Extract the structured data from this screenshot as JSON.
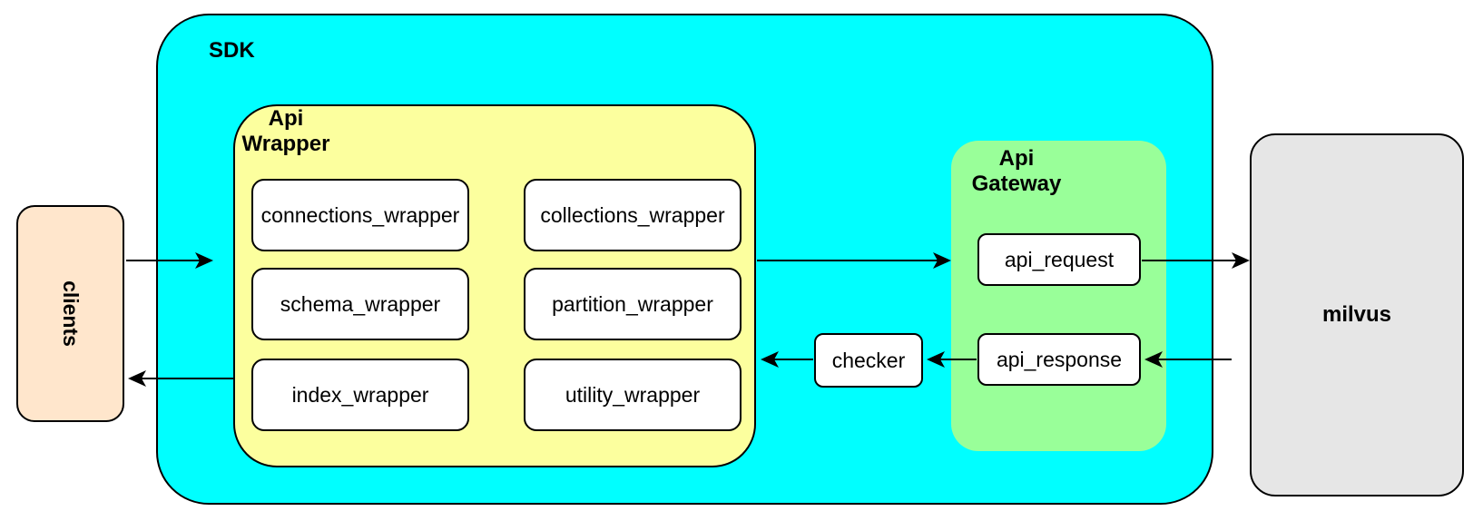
{
  "diagram": {
    "sdk": {
      "label": "SDK",
      "fill": "#00FFFF"
    },
    "api_wrapper": {
      "label": "Api\nWrapper",
      "fill": "#FCFF9E",
      "boxes": [
        "connections_wrapper",
        "collections_wrapper",
        "schema_wrapper",
        "partition_wrapper",
        "index_wrapper",
        "utility_wrapper"
      ]
    },
    "api_gateway": {
      "label": "Api\nGateway",
      "fill": "#99FF99",
      "boxes": [
        "api_request",
        "api_response"
      ]
    },
    "checker": {
      "label": "checker"
    },
    "clients": {
      "label": "clients",
      "fill": "#FFE6CC"
    },
    "milvus": {
      "label": "milvus",
      "fill": "#E6E6E6"
    },
    "colors": {
      "border": "#000000",
      "node_fill": "#FFFFFF",
      "background": "#FFFFFF"
    },
    "arrows": [
      {
        "from": "clients",
        "to": "sdk"
      },
      {
        "from": "api_wrapper",
        "to": "api_gateway"
      },
      {
        "from": "api_request",
        "to": "milvus"
      },
      {
        "from": "milvus",
        "to": "api_response"
      },
      {
        "from": "api_response",
        "to": "checker"
      },
      {
        "from": "checker",
        "to": "api_wrapper"
      },
      {
        "from": "api_wrapper",
        "to": "clients"
      }
    ]
  }
}
